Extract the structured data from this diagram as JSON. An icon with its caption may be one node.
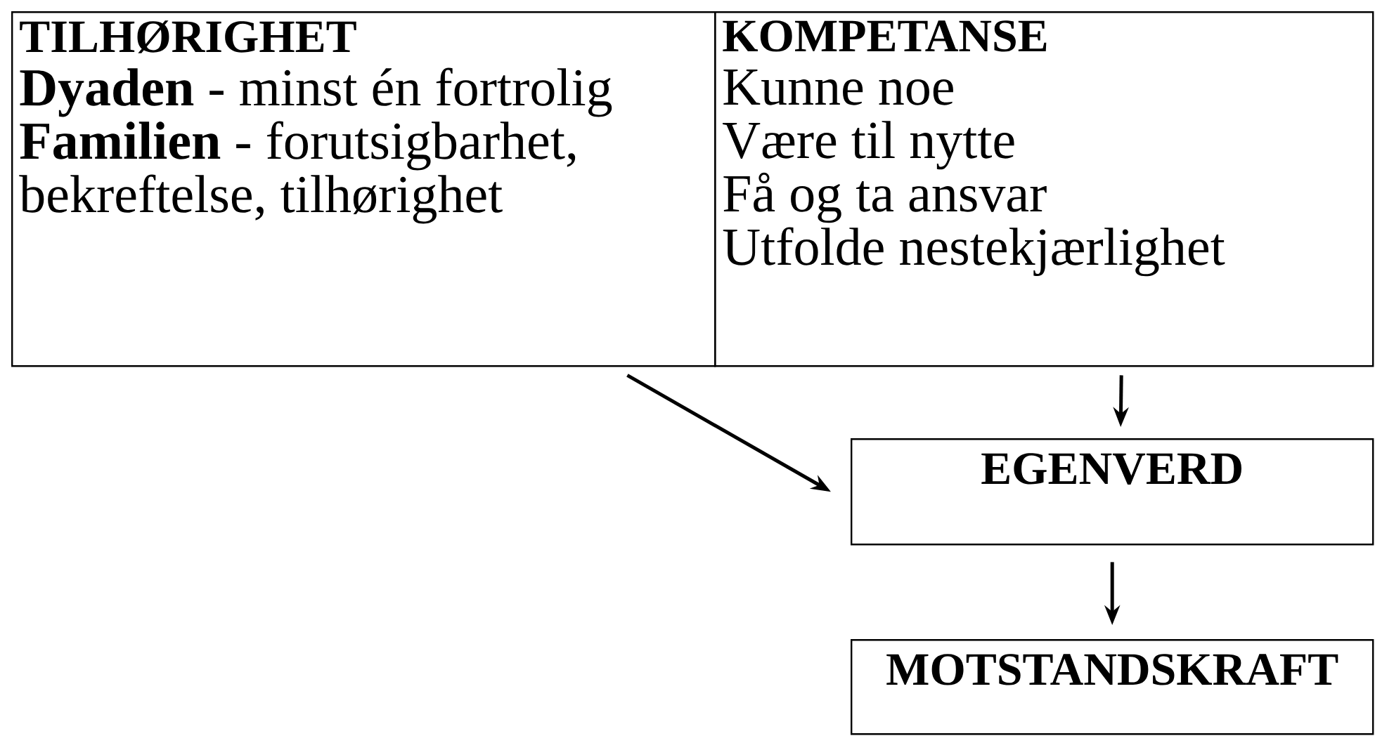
{
  "diagram": {
    "nodes": [
      {
        "text": [
          "TILHØRIGHET",
          "**Dyaden** - minst én fortrolig",
          "**Familien** - forutsigbarhet, bekreftelse, tilhørighet"
        ]
      },
      {
        "text": [
          "KOMPETANSE",
          "Kunne noe",
          "Være til nytte",
          "Få og ta ansvar",
          "Utfolde nestekjærlighet"
        ]
      },
      {
        "text": [
          "EGENVERD"
        ]
      },
      {
        "text": [
          "MOTSTANDSKRAFT"
        ]
      }
    ],
    "edges": [
      {
        "from": 0,
        "to": 2,
        "arrow": "to"
      },
      {
        "from": 1,
        "to": 2,
        "arrow": "to"
      },
      {
        "from": 2,
        "to": 3,
        "arrow": "to"
      }
    ]
  }
}
